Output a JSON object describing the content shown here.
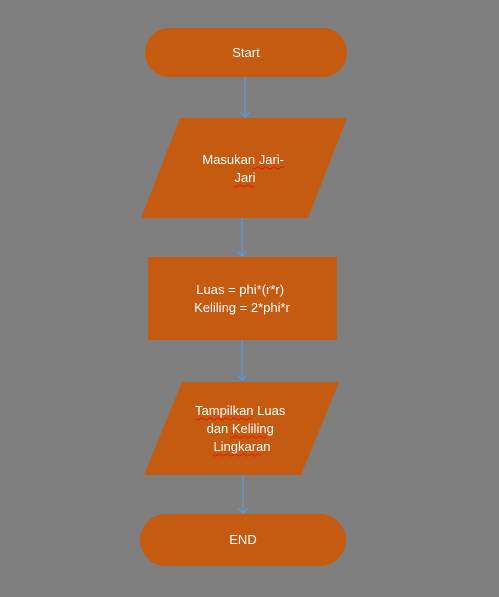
{
  "diagram": {
    "colors": {
      "background": "#7f7f7f",
      "shape_fill": "#c55a11",
      "connector": "#5b9bd5",
      "text": "#ffffff"
    },
    "nodes": [
      {
        "id": "start",
        "shape": "terminator",
        "lines": [
          "Start"
        ]
      },
      {
        "id": "input",
        "shape": "parallelogram",
        "lines": [
          "Masukan Jari-",
          "Jari"
        ]
      },
      {
        "id": "process",
        "shape": "rectangle",
        "lines": [
          "Luas = phi*(r*r)",
          "Keliling = 2*phi*r"
        ]
      },
      {
        "id": "output",
        "shape": "parallelogram",
        "lines": [
          "Tampilkan Luas",
          "dan Keliling",
          "Lingkaran"
        ]
      },
      {
        "id": "end",
        "shape": "terminator",
        "lines": [
          "END"
        ]
      }
    ],
    "edges": [
      {
        "from": "start",
        "to": "input"
      },
      {
        "from": "input",
        "to": "process"
      },
      {
        "from": "process",
        "to": "output"
      },
      {
        "from": "output",
        "to": "end"
      }
    ]
  }
}
